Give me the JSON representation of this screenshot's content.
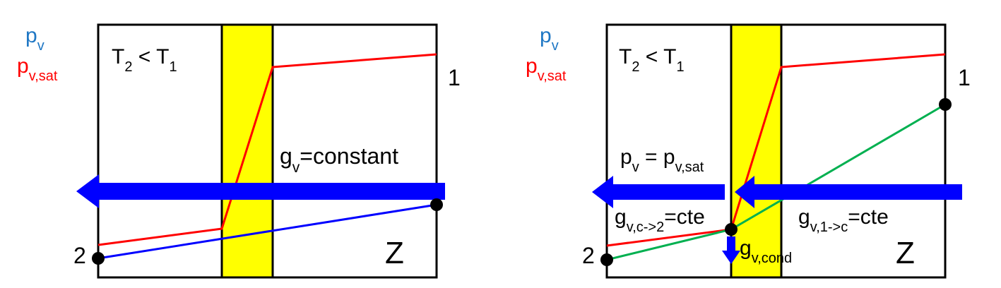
{
  "colors": {
    "vapor_pressure": "#1f77c4",
    "saturation_pressure": "#ff0000",
    "condensation_layer": "#ffff00",
    "flux_arrow": "#0000ff",
    "actual_pressure_line_left": "#0000ff",
    "actual_pressure_line_right": "#00b050",
    "frame": "#000000",
    "point": "#000000"
  },
  "left_panel": {
    "axis_label_pv": {
      "base": "p",
      "sub": "v"
    },
    "axis_label_pvsat": {
      "base": "p",
      "sub": "v,sat"
    },
    "temperature_relation": {
      "t2": "T",
      "t2_sub": "2",
      "op": " < ",
      "t1": "T",
      "t1_sub": "1"
    },
    "point_1": "1",
    "point_2": "2",
    "flux_label": {
      "base": "g",
      "sub": "v",
      "rest": "=constant"
    },
    "z_label": "Z"
  },
  "right_panel": {
    "axis_label_pv": {
      "base": "p",
      "sub": "v"
    },
    "axis_label_pvsat": {
      "base": "p",
      "sub": "v,sat"
    },
    "temperature_relation": {
      "t2": "T",
      "t2_sub": "2",
      "op": " < ",
      "t1": "T",
      "t1_sub": "1"
    },
    "point_1": "1",
    "point_2": "2",
    "equality_label": {
      "a": "p",
      "a_sub": "v",
      "op": " = ",
      "b": "p",
      "b_sub": "v,sat"
    },
    "flux_left_label": {
      "base": "g",
      "sub": "v,c->2",
      "rest": "=cte"
    },
    "flux_right_label": {
      "base": "g",
      "sub": "v,1->c",
      "rest": "=cte"
    },
    "cond_label": {
      "base": "g",
      "sub": "v,cond"
    },
    "z_label": "Z"
  }
}
